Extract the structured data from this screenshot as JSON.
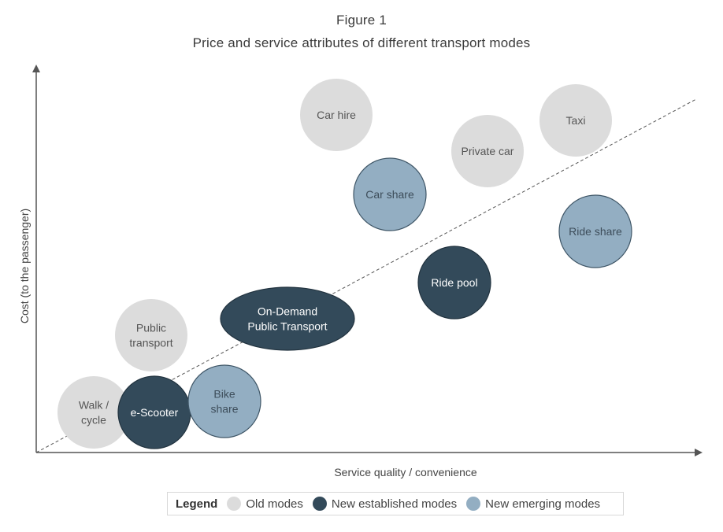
{
  "figure": {
    "number": "Figure 1",
    "title": "Price and service attributes of different transport modes"
  },
  "axes": {
    "x_label": "Service quality / convenience",
    "y_label": "Cost (to the passenger)"
  },
  "colors": {
    "old": "#dcdcdc",
    "established": "#334a5a",
    "emerging": "#93aec2",
    "axis": "#555555",
    "diagonal": "#555555"
  },
  "legend": {
    "title": "Legend",
    "items": [
      {
        "category": "old",
        "label": "Old modes"
      },
      {
        "category": "established",
        "label": "New established modes"
      },
      {
        "category": "emerging",
        "label": "New emerging modes"
      }
    ]
  },
  "modes": [
    {
      "id": "car-hire",
      "lines": [
        "Car hire"
      ],
      "category": "old"
    },
    {
      "id": "taxi",
      "lines": [
        "Taxi"
      ],
      "category": "old"
    },
    {
      "id": "private-car",
      "lines": [
        "Private car"
      ],
      "category": "old"
    },
    {
      "id": "car-share",
      "lines": [
        "Car share"
      ],
      "category": "emerging"
    },
    {
      "id": "ride-share",
      "lines": [
        "Ride share"
      ],
      "category": "emerging"
    },
    {
      "id": "ride-pool",
      "lines": [
        "Ride pool"
      ],
      "category": "established"
    },
    {
      "id": "on-demand-public-transport",
      "lines": [
        "On-Demand",
        "Public Transport"
      ],
      "category": "established"
    },
    {
      "id": "public-transport",
      "lines": [
        "Public",
        "transport"
      ],
      "category": "old"
    },
    {
      "id": "walk-cycle",
      "lines": [
        "Walk /",
        "cycle"
      ],
      "category": "old"
    },
    {
      "id": "e-scooter",
      "lines": [
        "e-Scooter"
      ],
      "category": "established"
    },
    {
      "id": "bike-share",
      "lines": [
        "Bike",
        "share"
      ],
      "category": "emerging"
    }
  ]
}
